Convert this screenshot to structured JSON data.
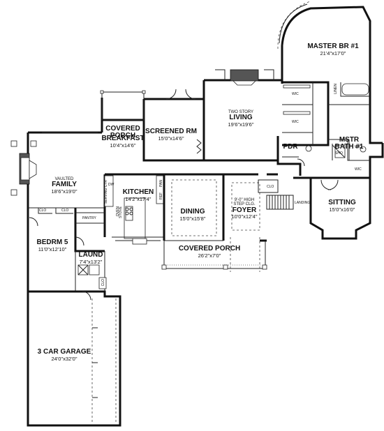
{
  "rooms": {
    "master_br": {
      "name": "MASTER BR #1",
      "dim": "21'4\"x17'0\""
    },
    "covered_porch_top": {
      "name": "COVERED\nPORCH"
    },
    "living": {
      "note": "TWO STORY",
      "name": "LIVING",
      "dim": "19'6\"x19'6\""
    },
    "screened_rm": {
      "name": "SCREENED RM",
      "dim": "15'0\"x14'6\""
    },
    "breakfast": {
      "name": "BREAKFAST",
      "dim": "10'4\"x14'6\""
    },
    "mstr_bath": {
      "name": "MSTR\nBATH #1"
    },
    "family": {
      "note": "VAULTED",
      "name": "FAMILY",
      "dim": "18'6\"x19'0\""
    },
    "kitchen": {
      "name": "KITCHEN",
      "dim": "14'2\"x17'4\""
    },
    "dining": {
      "name": "DINING",
      "dim": "15'0\"x15'8\""
    },
    "foyer": {
      "note1": "9'-0\" HIGH",
      "note2": "STEP CLG.",
      "name": "FOYER",
      "dim": "10'0\"x12'4\""
    },
    "sitting": {
      "name": "SITTING",
      "dim": "15'0\"x16'0\""
    },
    "bedrm5": {
      "name": "BEDRM 5",
      "dim": "11'0\"x12'10\""
    },
    "laund": {
      "name": "LAUND",
      "dim": "7'4\"x13'2\""
    },
    "covered_porch_front": {
      "name": "COVERED PORCH",
      "dim": "26'2\"x7'0\""
    },
    "garage": {
      "name": "3 CAR GARAGE",
      "dim": "24'0\"x32'0\""
    },
    "pdr": {
      "name": "PDR"
    }
  },
  "small_labels": {
    "wic1": "WIC",
    "wic2": "WIC",
    "wic3": "WIC",
    "wic4": "WIC",
    "linen": "LINEN",
    "sho": "SHO",
    "clo_foyer": "CLO",
    "landing": "LANDING",
    "clo_a": "CLO",
    "clo_b": "CLO",
    "clo_garage": "CLO",
    "pantry": "PANTRY",
    "dw": "DW",
    "serving_ctr": "SERVING CTR",
    "pan": "PAN",
    "ref": "REF",
    "oven": "OVEN",
    "stove": "STOVE"
  }
}
